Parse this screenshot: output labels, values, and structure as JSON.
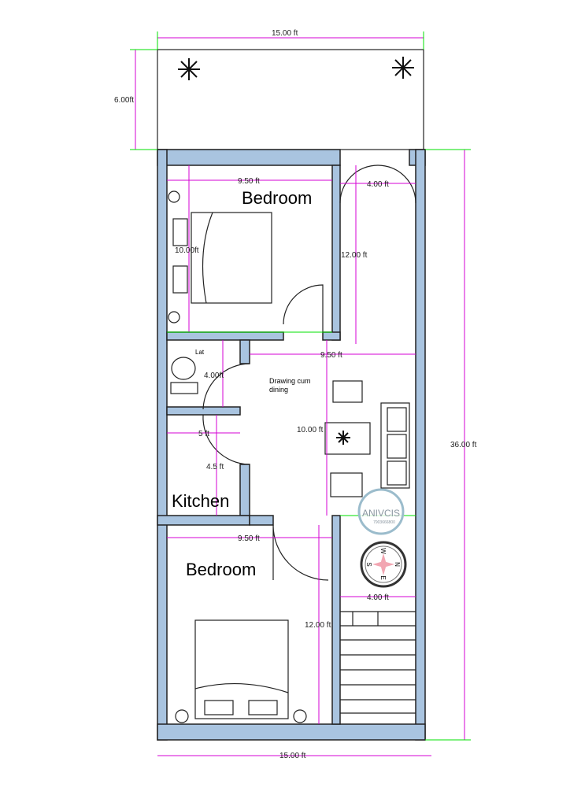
{
  "dimensions": {
    "top_width": "15.00 ft",
    "balcony_depth": "6.00ft",
    "total_length": "36.00 ft",
    "bottom_width": "15.00 ft",
    "bedroom1_width": "9.50 ft",
    "bedroom1_depth": "10.00ft",
    "passage_width": "4.00 ft",
    "passage_length": "12.00 ft",
    "drawing_width": "9.50 ft",
    "drawing_depth": "10.00 ft",
    "lat_depth": "4.00ft",
    "kitchen_width": "5 ft",
    "kitchen_depth": "4.5 ft",
    "bedroom2_width": "9.50 ft",
    "bedroom2_depth": "12.00 ft",
    "stair_width": "4.00 ft"
  },
  "rooms": {
    "bedroom1": "Bedroom",
    "lat": "Lat",
    "drawing_line1": "Drawing cum",
    "drawing_line2": "dining",
    "kitchen": "Kitchen",
    "bedroom2": "Bedroom"
  },
  "watermark": {
    "brand": "ANIVCIS",
    "phone": "7903666800"
  },
  "compass": {
    "n": "N",
    "s": "S",
    "e": "E",
    "w": "W"
  },
  "colors": {
    "wall": "#a9c4e0",
    "dimension": "#d400d4",
    "extension": "#00e000"
  }
}
